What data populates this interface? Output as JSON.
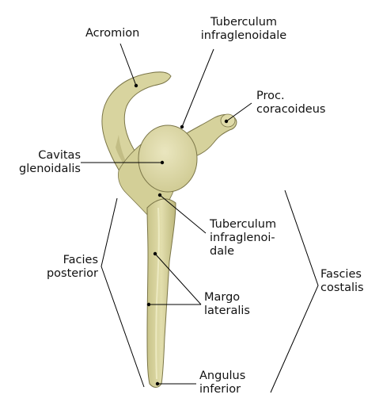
{
  "diagram": {
    "subject": "scapula-lateral-view",
    "colors": {
      "bone_fill": "#ddd9a6",
      "bone_shadow": "#b9b37a",
      "bone_outline": "#6e6a42",
      "leader_line": "#000000"
    },
    "labels": {
      "acromion": "Acromion",
      "tuberculum_supra": "Tuberculum\ninfraglenoidale",
      "proc_coracoideus": "Proc.\ncoracoideus",
      "cavitas_glenoidalis": "Cavitas\nglenoidalis",
      "tuberculum_infra": "Tuberculum\ninfraglenoi-\ndale",
      "facies_posterior": "Facies\nposterior",
      "margo_lateralis": "Margo\nlateralis",
      "fascies_costalis": "Fascies\ncostalis",
      "angulus_inferior": "Angulus\ninferior"
    }
  }
}
